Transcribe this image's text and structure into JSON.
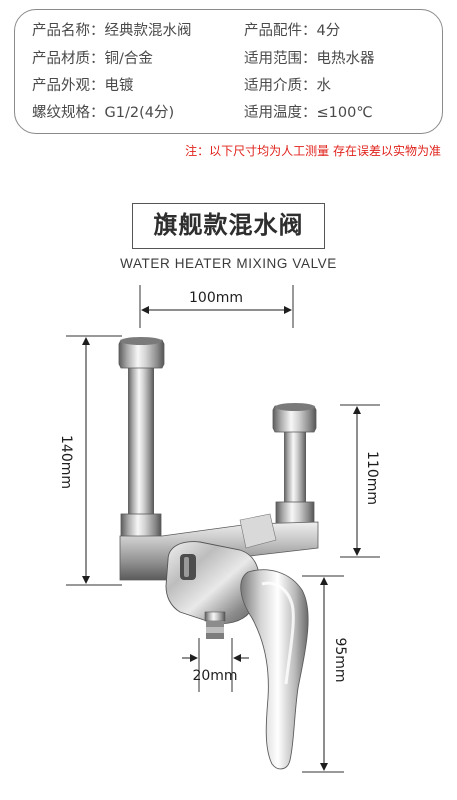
{
  "specs": {
    "left": [
      {
        "key": "产品名称",
        "value": "经典款混水阀"
      },
      {
        "key": "产品材质",
        "value": "铜/合金"
      },
      {
        "key": "产品外观",
        "value": "电镀"
      },
      {
        "key": "螺纹规格",
        "value": "G1/2(4分)"
      }
    ],
    "right": [
      {
        "key": "产品配件",
        "value": "4分"
      },
      {
        "key": "适用范围",
        "value": "电热水器"
      },
      {
        "key": "适用介质",
        "value": "水"
      },
      {
        "key": "适用温度",
        "value": "≤100℃"
      }
    ],
    "separator": "："
  },
  "note": "注：以下尺寸均为人工测量 存在误差以实物为准",
  "title": "旗舰款混水阀",
  "subtitle": "WATER HEATER MIXING VALVE",
  "dimensions": {
    "width_top": "100mm",
    "height_left": "140mm",
    "height_right": "110mm",
    "height_handle": "95mm",
    "outlet_width": "20mm"
  },
  "colors": {
    "note_red": "#e0231c",
    "chrome_dark": "#6f6f6f",
    "chrome_light": "#f4f4f4"
  }
}
